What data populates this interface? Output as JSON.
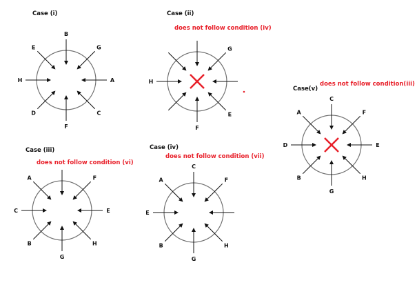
{
  "cases": [
    {
      "id": "i",
      "title": "Case (i)",
      "note": "",
      "crossed": false,
      "labels": {
        "top": "B",
        "topright": "G",
        "right": "A",
        "bottomright": "C",
        "bottom": "F",
        "bottomleft": "D",
        "left": "H",
        "topleft": "E"
      }
    },
    {
      "id": "ii",
      "title": "Case (ii)",
      "note": "does not follow condition (iv)",
      "crossed": true,
      "labels": {
        "top": "",
        "topright": "G",
        "right": "",
        "bottomright": "E",
        "bottom": "F",
        "bottomleft": "",
        "left": "H",
        "topleft": ""
      }
    },
    {
      "id": "v",
      "title": "Case(v)",
      "note": "does not follow condition(iii)",
      "crossed": true,
      "labels": {
        "top": "C",
        "topright": "F",
        "right": "E",
        "bottomright": "H",
        "bottom": "G",
        "bottomleft": "B",
        "left": "D",
        "topleft": "A"
      }
    },
    {
      "id": "iii",
      "title": "Case (iii)",
      "note": "does not follow condition (vi)",
      "crossed": false,
      "labels": {
        "top": "",
        "topright": "F",
        "right": "E",
        "bottomright": "H",
        "bottom": "G",
        "bottomleft": "B",
        "left": "C",
        "topleft": "A"
      }
    },
    {
      "id": "iv",
      "title": "Case (iv)",
      "note": "does not follow condition (vii)",
      "crossed": false,
      "labels": {
        "top": "C",
        "topright": "F",
        "right": "",
        "bottomright": "H",
        "bottom": "G",
        "bottomleft": "B",
        "left": "E",
        "topleft": "A"
      }
    }
  ],
  "colors": {
    "circle": "#707070",
    "arrow": "#111111",
    "warn": "#e8202a"
  }
}
